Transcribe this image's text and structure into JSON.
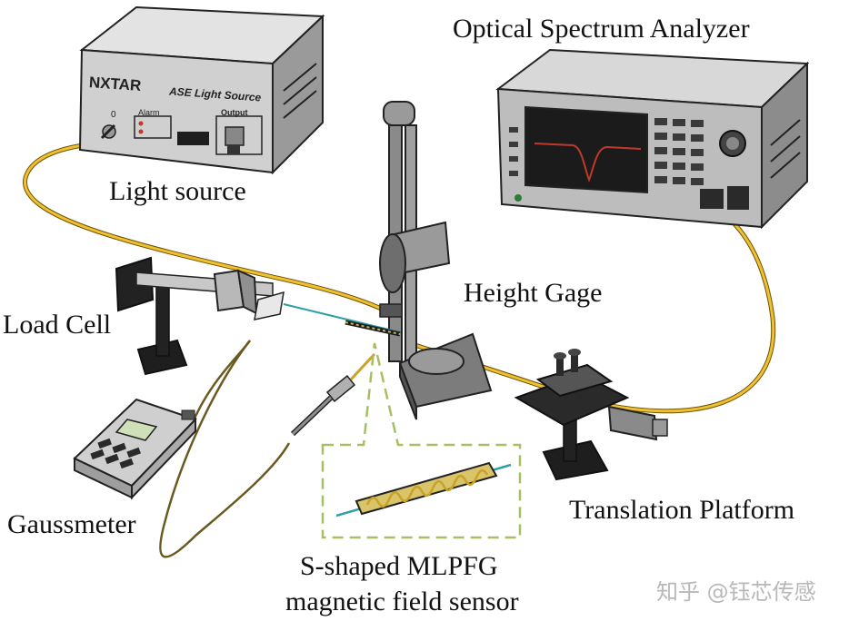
{
  "labels": {
    "osa": "Optical Spectrum Analyzer",
    "light_source": "Light source",
    "height_gage": "Height Gage",
    "load_cell": "Load Cell",
    "gaussmeter": "Gaussmeter",
    "translation_platform": "Translation Platform",
    "sensor_line1": "S-shaped MLPFG",
    "sensor_line2": "magnetic field sensor"
  },
  "device_text": {
    "brand": "NXTAR",
    "model": "ASE Light Source",
    "alarm": "Alarm",
    "output": "Output",
    "switch_zero": "0"
  },
  "watermark": "知乎 @钰芯传感",
  "colors": {
    "fiber": "#f0c032",
    "fiber_outline": "#7a5a00",
    "inset_border": "#a7bf63",
    "sensor_fiber": "#2f9fa8",
    "spectrum_trace": "#c0392b",
    "device_light": "#cfcfcf",
    "device_dark": "#1e1e1e"
  }
}
